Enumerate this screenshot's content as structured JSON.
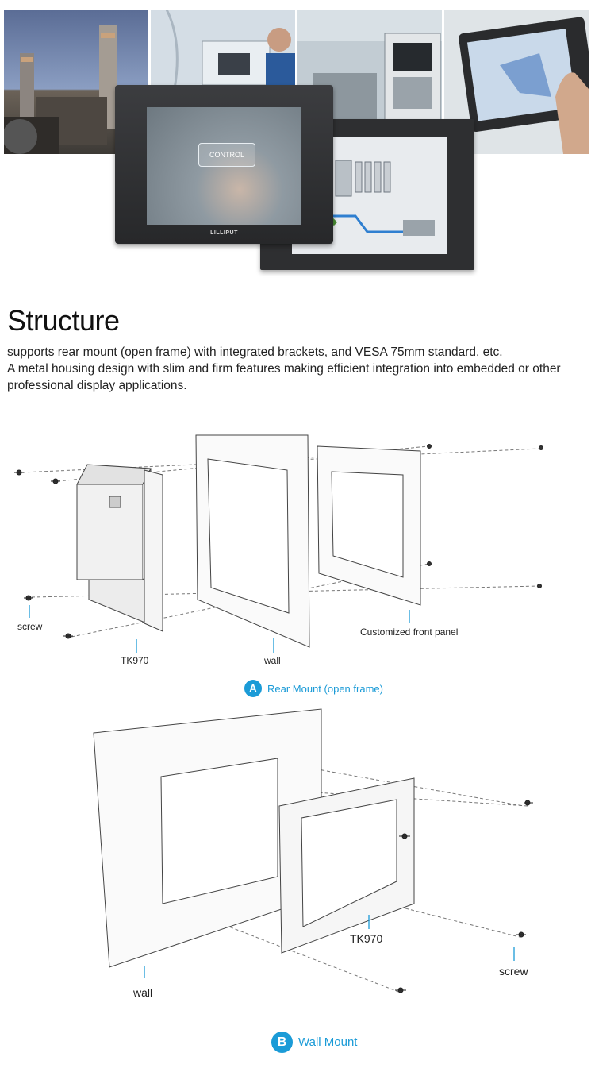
{
  "hero": {
    "monitor_brand": "LILLIPUT",
    "screen_buttons": [
      "CONTROL"
    ]
  },
  "section": {
    "title": "Structure",
    "paragraph_1": "supports rear mount (open frame) with integrated brackets, and VESA 75mm standard, etc.",
    "paragraph_2": "A metal housing design with slim and firm features making efficient integration into embedded or other professional display applications."
  },
  "diagram_a": {
    "labels": {
      "screw": "screw",
      "device": "TK970",
      "wall": "wall",
      "front_panel": "Customized front panel"
    },
    "caption_badge": "A",
    "caption_text": "Rear Mount (open frame)"
  },
  "diagram_b": {
    "labels": {
      "device": "TK970",
      "screw": "screw",
      "wall": "wall"
    },
    "caption_badge": "B",
    "caption_text": "Wall Mount"
  },
  "colors": {
    "accent": "#1b9bd7",
    "text": "#222222",
    "monitor_bezel": "#2e2f31"
  }
}
